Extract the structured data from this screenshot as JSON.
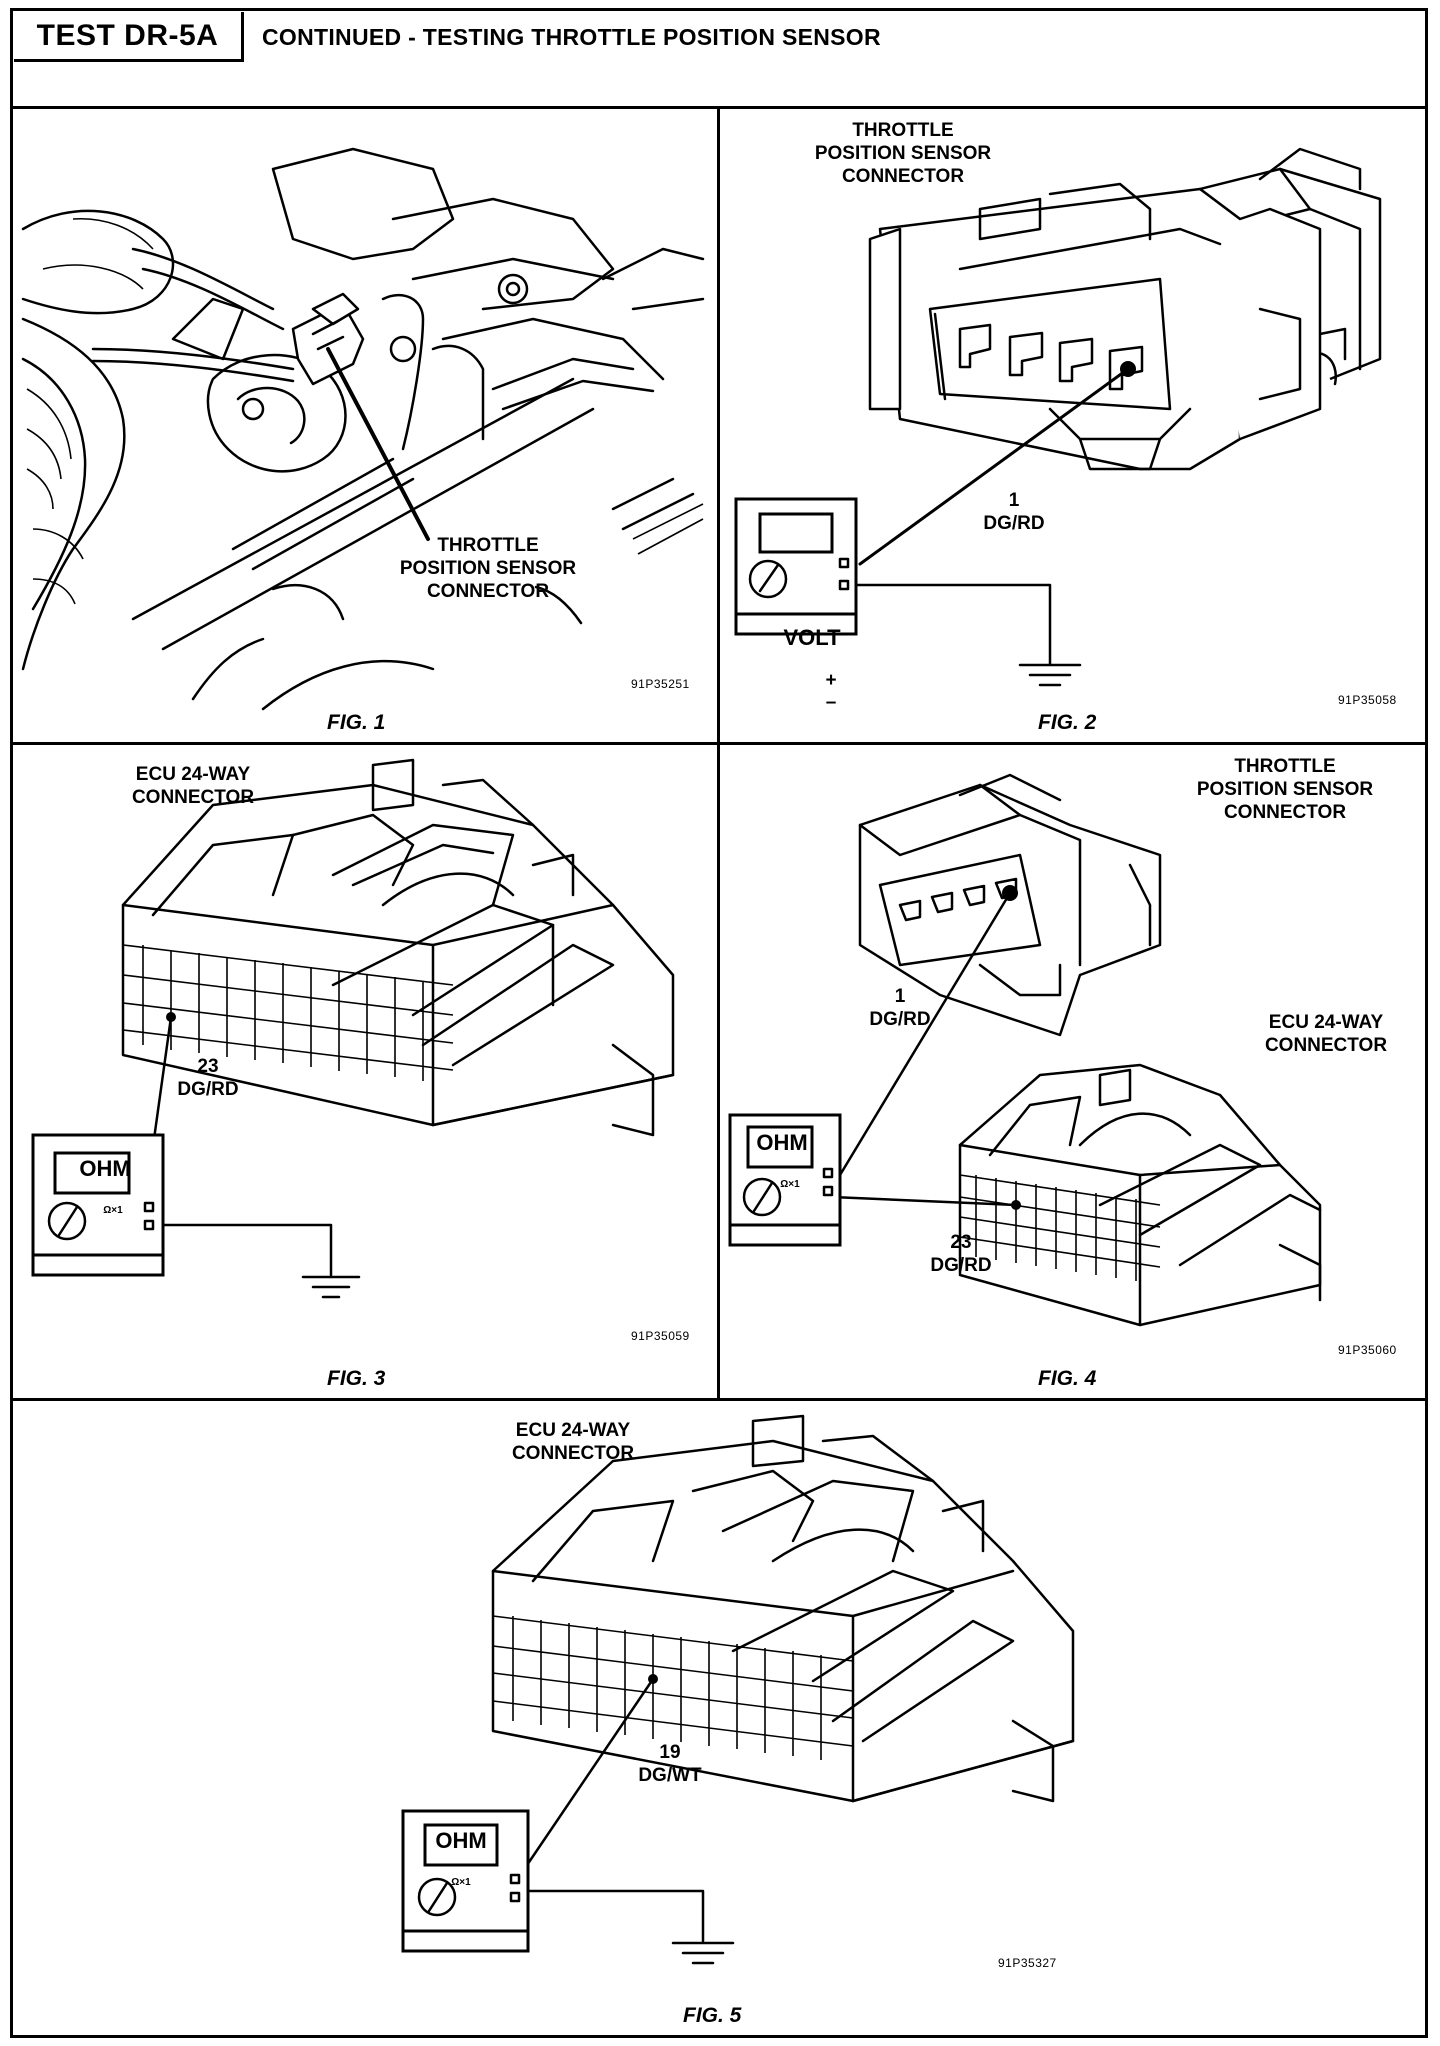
{
  "header": {
    "test_id": "TEST DR-5A",
    "title": "CONTINUED - TESTING THROTTLE POSITION SENSOR"
  },
  "figures": [
    {
      "caption": "FIG. 1",
      "code": "91P35251",
      "labels": {
        "connector": "THROTTLE\nPOSITION SENSOR\nCONNECTOR"
      }
    },
    {
      "caption": "FIG. 2",
      "code": "91P35058",
      "labels": {
        "connector": "THROTTLE\nPOSITION SENSOR\nCONNECTOR",
        "pin": "1\nDG/RD",
        "meter": "VOLT",
        "plus": "+",
        "minus": "–"
      }
    },
    {
      "caption": "FIG. 3",
      "code": "91P35059",
      "labels": {
        "connector": "ECU 24-WAY\nCONNECTOR",
        "pin": "23\nDG/RD",
        "meter": "OHM",
        "range": "Ω×1"
      }
    },
    {
      "caption": "FIG. 4",
      "code": "91P35060",
      "labels": {
        "tps": "THROTTLE\nPOSITION SENSOR\nCONNECTOR",
        "ecu": "ECU 24-WAY\nCONNECTOR",
        "pin1": "1\nDG/RD",
        "pin23": "23\nDG/RD",
        "meter": "OHM",
        "range": "Ω×1"
      }
    },
    {
      "caption": "FIG. 5",
      "code": "91P35327",
      "labels": {
        "connector": "ECU 24-WAY\nCONNECTOR",
        "pin": "19\nDG/WT",
        "meter": "OHM",
        "range": "Ω×1"
      }
    }
  ]
}
